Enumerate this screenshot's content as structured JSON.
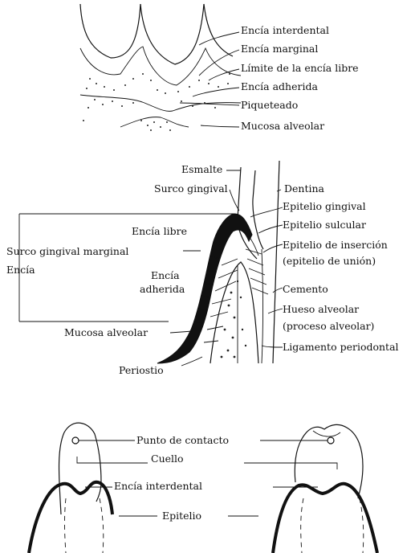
{
  "panel1": {
    "labels": {
      "interdental": "Encía interdental",
      "marginal": "Encía marginal",
      "free_limit": "Límite de la encía libre",
      "attached": "Encía adherida",
      "stippling": "Piqueteado",
      "alveolar_mucosa": "Mucosa alveolar"
    }
  },
  "panel2": {
    "labels": {
      "enamel": "Esmalte",
      "dentin": "Dentina",
      "gingival_sulcus": "Surco gingival",
      "gingival_epithelium": "Epitelio gingival",
      "sulcular_epithelium": "Epitelio sulcular",
      "free_gingiva": "Encía libre",
      "marginal_sulcus": "Surco gingival marginal",
      "gingiva": "Encía",
      "junctional_1": "Epitelio de inserción",
      "junctional_2": "(epitelio de unión)",
      "attached_1": "Encía",
      "attached_2": "adherida",
      "cementum": "Cemento",
      "alveolar_bone_1": "Hueso alveolar",
      "alveolar_bone_2": "(proceso alveolar)",
      "alveolar_mucosa": "Mucosa alveolar",
      "pdl": "Ligamento periodontal",
      "periosteum": "Periostio"
    }
  },
  "panel3": {
    "labels": {
      "contact_point": "Punto de contacto",
      "neck": "Cuello",
      "interdental": "Encía interdental",
      "epithelium": "Epitelio"
    }
  },
  "colors": {
    "ink": "#111111",
    "background": "#ffffff"
  }
}
